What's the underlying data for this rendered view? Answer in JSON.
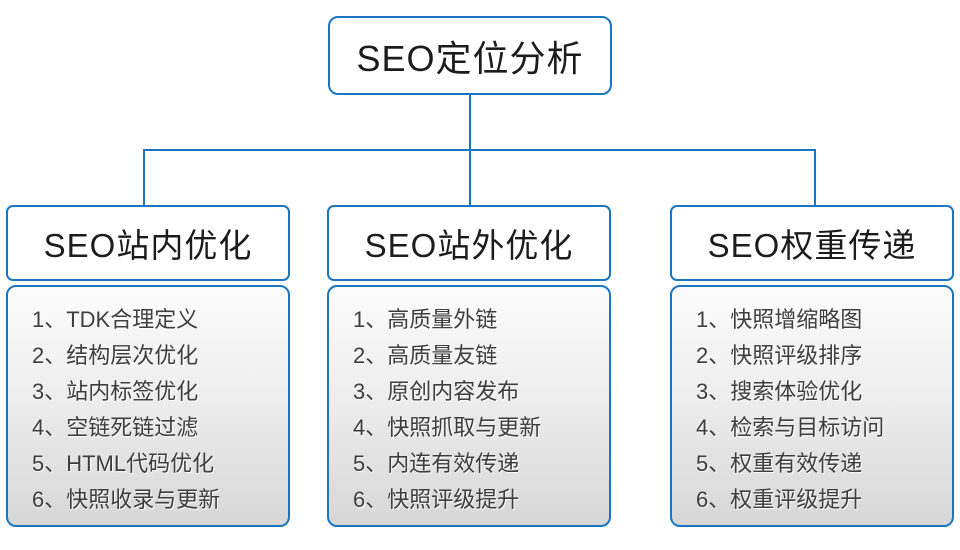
{
  "colors": {
    "accent": "#1b76c2",
    "header_text": "#1c1c1c",
    "item_text": "#3e3e3e",
    "panel_gradient_top": "#fcfcfc",
    "panel_gradient_bottom": "#d7d7d7"
  },
  "root": {
    "label": "SEO定位分析"
  },
  "columns": [
    {
      "title": "SEO站内优化",
      "items": [
        "1、TDK合理定义",
        "2、结构层次优化",
        "3、站内标签优化",
        "4、空链死链过滤",
        "5、HTML代码优化",
        "6、快照收录与更新"
      ]
    },
    {
      "title": "SEO站外优化",
      "items": [
        "1、高质量外链",
        "2、高质量友链",
        "3、原创内容发布",
        "4、快照抓取与更新",
        "5、内连有效传递",
        "6、快照评级提升"
      ]
    },
    {
      "title": "SEO权重传递",
      "items": [
        "1、快照增缩略图",
        "2、快照评级排序",
        "3、搜索体验优化",
        "4、检索与目标访问",
        "5、权重有效传递",
        "6、权重评级提升"
      ]
    }
  ]
}
